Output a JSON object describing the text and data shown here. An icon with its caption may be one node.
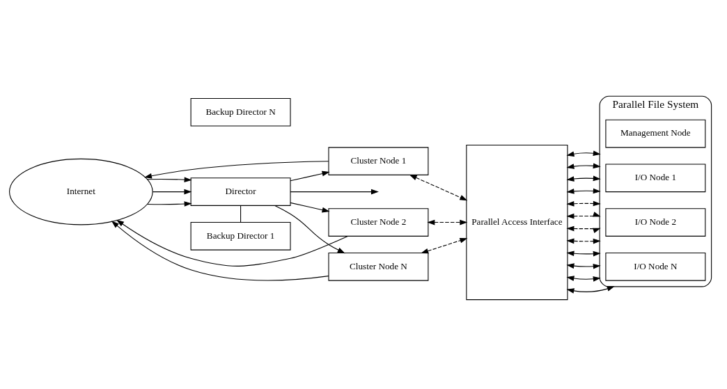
{
  "diagram": {
    "nodes": [
      {
        "text": [
          "Internet"
        ]
      },
      {
        "text": [
          "Director"
        ]
      },
      {
        "text": [
          "Backup Director 1"
        ]
      },
      {
        "text": [
          "Backup Director N"
        ]
      },
      {
        "text": [
          "Cluster Node 1"
        ]
      },
      {
        "text": [
          "Cluster Node 2"
        ]
      },
      {
        "text": [
          "Cluster Node N"
        ]
      },
      {
        "text": [
          "Parallel Access Interface"
        ]
      },
      {
        "text": [
          "Parallel File System"
        ]
      },
      {
        "text": [
          "Management Node"
        ],
        "in": 8
      },
      {
        "text": [
          "I/O Node 1"
        ],
        "in": 8
      },
      {
        "text": [
          "I/O Node 2"
        ],
        "in": 8
      },
      {
        "text": [
          "I/O Node N"
        ],
        "in": 8
      }
    ],
    "edges": [
      {
        "from": 0,
        "to": 1,
        "arrow": "to"
      },
      {
        "from": 0,
        "to": 1,
        "arrow": "to"
      },
      {
        "from": 0,
        "to": 1,
        "arrow": "to"
      },
      {
        "from": 1,
        "to": 2,
        "arrow": "none"
      },
      {
        "from": 1,
        "to": 4,
        "arrow": "to"
      },
      {
        "from": 1,
        "to": 5,
        "arrow": "to"
      },
      {
        "from": 1,
        "to": null,
        "arrow": "to"
      },
      {
        "from": 1,
        "to": 6,
        "arrow": "to"
      },
      {
        "from": 4,
        "to": 0,
        "arrow": "to"
      },
      {
        "from": 5,
        "to": 0,
        "arrow": "to"
      },
      {
        "from": 6,
        "to": 0,
        "arrow": "to"
      },
      {
        "from": 4,
        "to": 7,
        "arrow": "both",
        "style": "dashed"
      },
      {
        "from": 5,
        "to": 7,
        "arrow": "both",
        "style": "dashed"
      },
      {
        "from": 6,
        "to": 7,
        "arrow": "both",
        "style": "dashed"
      },
      {
        "from": 7,
        "to": 8,
        "arrow": "both"
      },
      {
        "from": 7,
        "to": 8,
        "arrow": "both"
      },
      {
        "from": 7,
        "to": 8,
        "arrow": "both"
      },
      {
        "from": 7,
        "to": 8,
        "arrow": "both"
      },
      {
        "from": 7,
        "to": 8,
        "arrow": "both",
        "style": "dashed"
      },
      {
        "from": 7,
        "to": 8,
        "arrow": "both",
        "style": "dashed"
      },
      {
        "from": 7,
        "to": 8,
        "arrow": "both",
        "style": "dashed"
      },
      {
        "from": 7,
        "to": 8,
        "arrow": "both",
        "style": "dashed"
      },
      {
        "from": 7,
        "to": 8,
        "arrow": "both"
      },
      {
        "from": 7,
        "to": 8,
        "arrow": "both"
      },
      {
        "from": 7,
        "to": 8,
        "arrow": "both"
      },
      {
        "from": 7,
        "to": 8,
        "arrow": "both"
      }
    ]
  }
}
